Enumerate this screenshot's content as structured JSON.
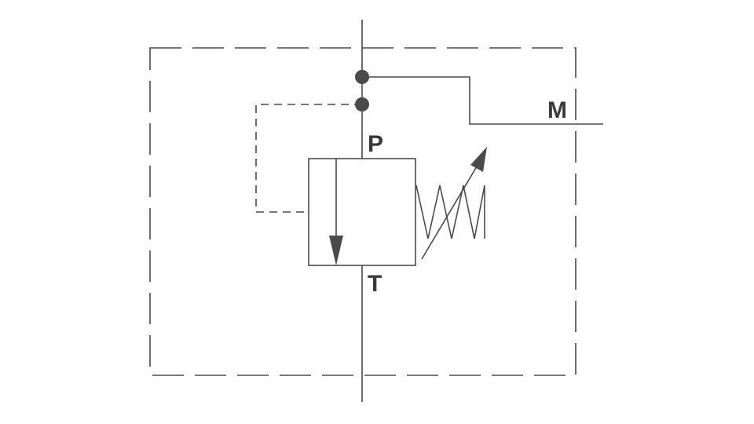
{
  "diagram": {
    "type": "hydraulic-pressure-relief-valve-symbol",
    "ports": {
      "pressure": "P",
      "tank": "T",
      "gauge": "M"
    },
    "colors": {
      "line": "#4a4a4a",
      "label": "#3a3a3a",
      "background": "#ffffff"
    }
  }
}
